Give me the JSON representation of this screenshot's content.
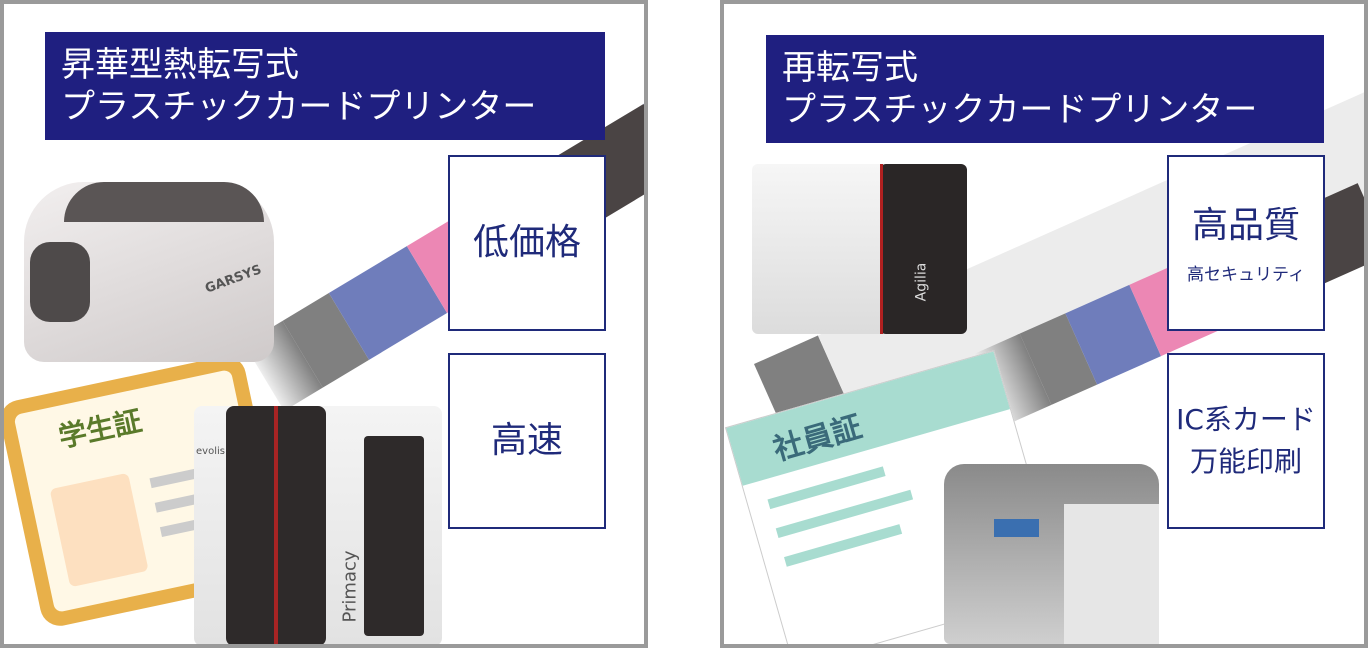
{
  "left_panel": {
    "title_line1": "昇華型熱転写式",
    "title_line2": "プラスチックカードプリンター",
    "feature1": "低価格",
    "feature2": "高速",
    "card_title": "学生証",
    "printer1_logo": "GARSYS",
    "printer2_brand": "evolis",
    "printer2_logo": "Primacy"
  },
  "right_panel": {
    "title_line1": "再転写式",
    "title_line2": "プラスチックカードプリンター",
    "feature1": "高品質",
    "feature1_sub": "高セキュリティ",
    "feature2_line1": "IC系カード",
    "feature2_line2": "万能印刷",
    "card_title": "社員証",
    "printer1_logo": "Agilia"
  },
  "colors": {
    "navy": "#1f1f80",
    "ribbon_blue": "#6f7dbb",
    "ribbon_pink": "#ec87b4",
    "ribbon_yellow": "#f6f4b8",
    "card_teal": "#a8dcd0",
    "card_gold": "#e8b04a"
  }
}
